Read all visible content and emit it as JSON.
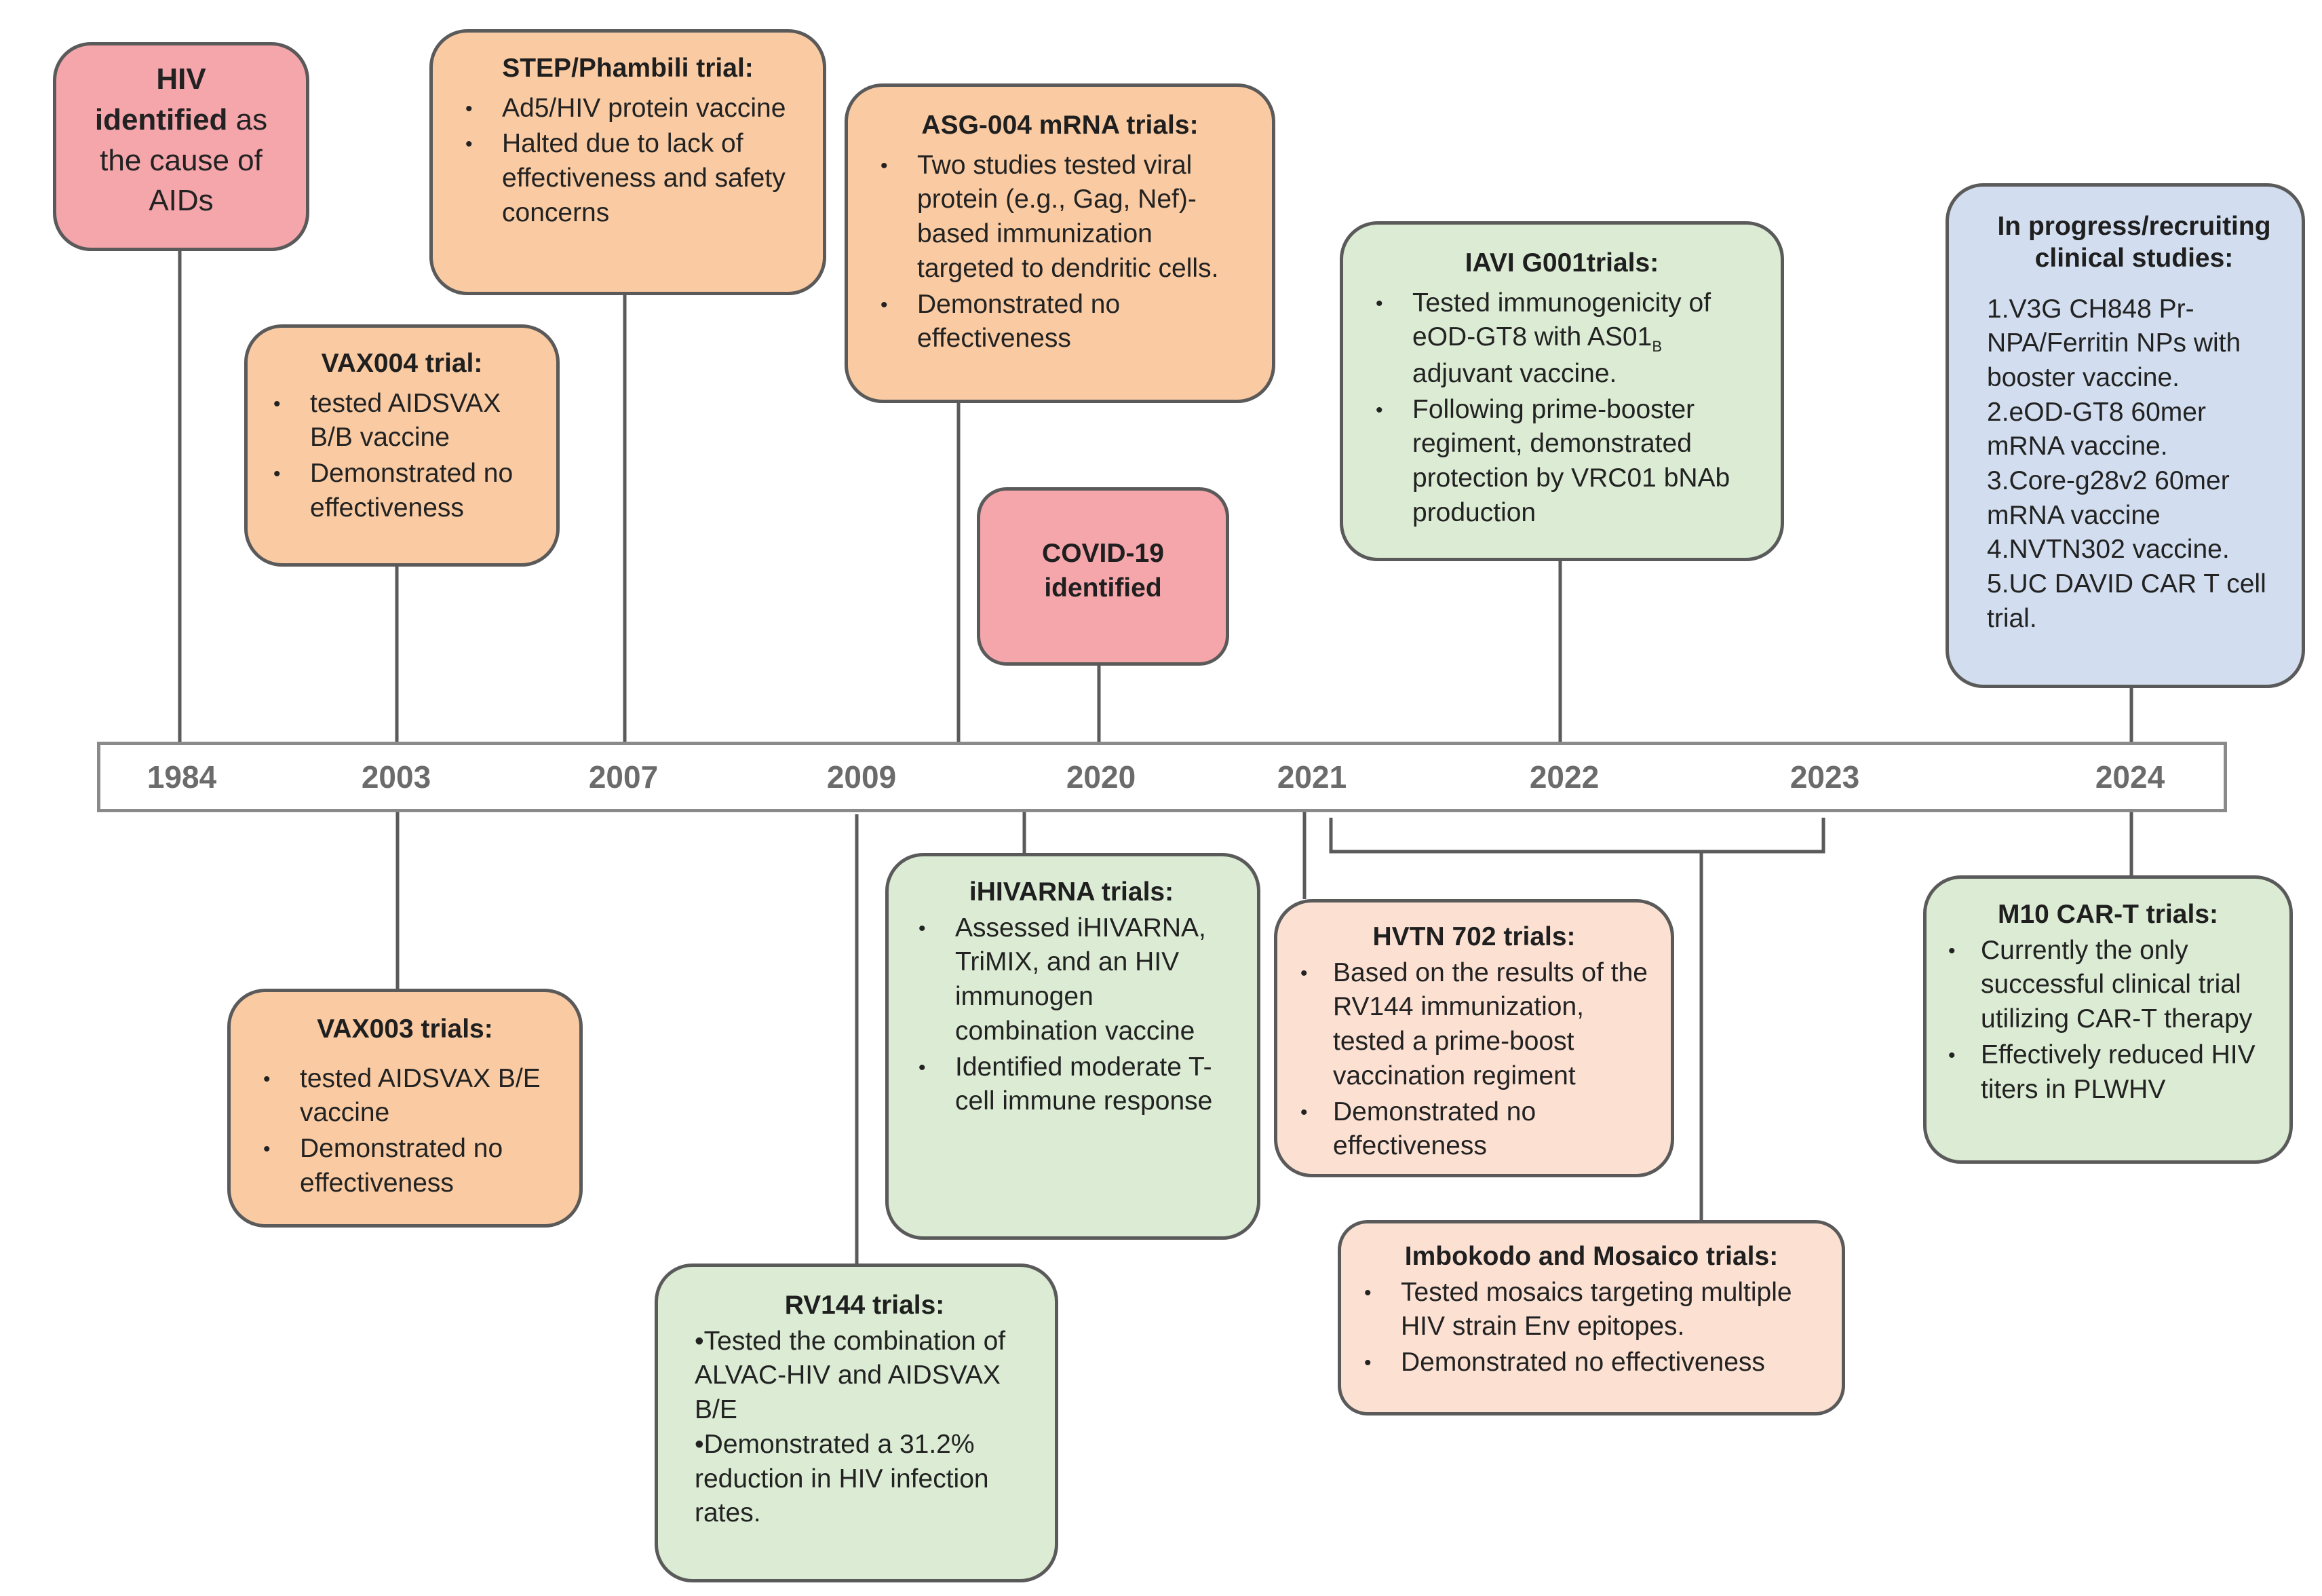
{
  "timeline": {
    "years": [
      "1984",
      "2003",
      "2007",
      "2009",
      "2020",
      "2021",
      "2022",
      "2023",
      "2024"
    ]
  },
  "events": {
    "hiv_identified": {
      "line1_bold": "HIV",
      "line2_bold": "identified",
      "line2_rest": " as",
      "line3": "the cause of",
      "line4": "AIDs"
    },
    "vax004": {
      "title": "VAX004 trial:",
      "bullets": [
        "tested AIDSVAX B/B vaccine",
        "Demonstrated no effectiveness"
      ]
    },
    "step": {
      "title": "STEP/Phambili trial:",
      "bullets": [
        "Ad5/HIV protein vaccine",
        "Halted due to lack of effectiveness and safety concerns"
      ]
    },
    "asg004": {
      "title": "ASG-004 mRNA trials:",
      "bullets": [
        "Two studies tested viral protein (e.g., Gag, Nef)-based immunization targeted to dendritic cells.",
        "Demonstrated no effectiveness"
      ]
    },
    "covid": {
      "line1": "COVID-19",
      "line2": "identified"
    },
    "iavi": {
      "title": "IAVI G001trials:",
      "bullet1_text": "Tested immunogenicity of eOD-GT8 with AS01",
      "bullet1_sub": "B",
      "bullet1_end": " adjuvant vaccine.",
      "bullet2": "Following prime-booster regiment, demonstrated protection by VRC01 bNAb production"
    },
    "in_progress": {
      "title": "In progress/recruiting clinical studies:",
      "items": [
        "1.V3G CH848 Pr-NPA/Ferritin NPs with booster vaccine.",
        "2.eOD-GT8 60mer mRNA vaccine.",
        "3.Core-g28v2 60mer mRNA vaccine",
        "4.NVTN302 vaccine.",
        "5.UC DAVID CAR T cell trial."
      ]
    },
    "vax003": {
      "title": "VAX003 trials:",
      "bullets": [
        "tested AIDSVAX B/E vaccine",
        "Demonstrated no effectiveness"
      ]
    },
    "rv144": {
      "title": "RV144 trials:",
      "lines": [
        "•Tested the combination of ALVAC-HIV and AIDSVAX B/E",
        "•Demonstrated a 31.2% reduction in HIV infection rates."
      ]
    },
    "ihivarna": {
      "title": "iHIVARNA trials:",
      "bullets": [
        "Assessed iHIVARNA, TriMIX, and an HIV immunogen combination vaccine",
        "Identified moderate T-cell immune response"
      ]
    },
    "hvtn702": {
      "title": "HVTN 702 trials:",
      "bullets": [
        "Based on the results of the RV144 immunization, tested a prime-boost vaccination regiment",
        "Demonstrated no effectiveness"
      ]
    },
    "imbokodo": {
      "title": "Imbokodo and Mosaico trials:",
      "bullets": [
        "Tested mosaics targeting multiple HIV strain Env epitopes.",
        "Demonstrated no effectiveness"
      ]
    },
    "m10": {
      "title": "M10 CAR-T trials:",
      "bullets": [
        "Currently the only successful clinical trial utilizing CAR-T therapy",
        "Effectively reduced HIV titers in PLWHV"
      ]
    }
  },
  "colors": {
    "identification": "#f4a6ab",
    "failed_trial": "#facba3",
    "failed_trial_light": "#fce1d3",
    "positive_trial": "#dcecd4",
    "in_progress": "#d2deef",
    "border": "#5a5a5a",
    "timeline": "#8a8a8a"
  }
}
